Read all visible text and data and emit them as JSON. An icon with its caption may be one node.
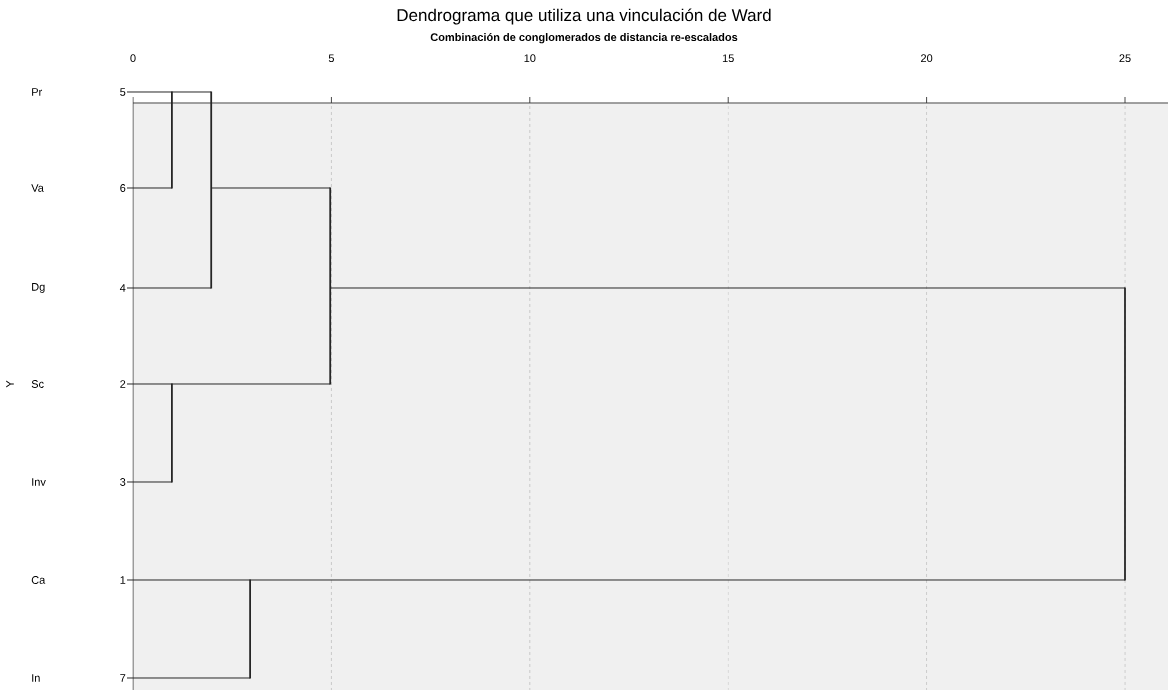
{
  "diagram": {
    "title": "Dendrograma que utiliza una vinculación de Ward",
    "nodes": [
      {
        "text": [
          "5"
        ]
      },
      {
        "text": [
          "6"
        ]
      },
      {
        "text": [
          "4"
        ]
      },
      {
        "text": [
          "2"
        ]
      },
      {
        "text": [
          "3"
        ]
      },
      {
        "text": [
          "1"
        ]
      },
      {
        "text": [
          "7"
        ]
      },
      {
        "text": [],
        "shape": "bar"
      },
      {
        "text": [],
        "shape": "bar"
      },
      {
        "text": [],
        "shape": "bar"
      },
      {
        "text": [],
        "shape": "bar"
      },
      {
        "text": [],
        "shape": "bar"
      },
      {
        "text": [],
        "shape": "bar"
      }
    ],
    "edges": [
      {
        "from": 0,
        "to": 7,
        "arrow": "none"
      },
      {
        "from": 1,
        "to": 7,
        "arrow": "none"
      },
      {
        "from": 7,
        "to": 8,
        "arrow": "none"
      },
      {
        "from": 2,
        "to": 8,
        "arrow": "none"
      },
      {
        "from": 3,
        "to": 9,
        "arrow": "none"
      },
      {
        "from": 4,
        "to": 9,
        "arrow": "none"
      },
      {
        "from": 8,
        "to": 10,
        "arrow": "none"
      },
      {
        "from": 9,
        "to": 10,
        "arrow": "none"
      },
      {
        "from": 5,
        "to": 11,
        "arrow": "none"
      },
      {
        "from": 6,
        "to": 11,
        "arrow": "none"
      },
      {
        "from": 10,
        "to": 12,
        "arrow": "none"
      },
      {
        "from": 11,
        "to": 12,
        "arrow": "none"
      }
    ],
    "labels": [
      "Combinación de conglomerados de distancia re-escalados",
      "0",
      "5",
      "10",
      "15",
      "20",
      "25",
      "Pr",
      "Va",
      "Dg",
      "Y",
      "Sc",
      "Inv",
      "Ca",
      "In"
    ]
  }
}
